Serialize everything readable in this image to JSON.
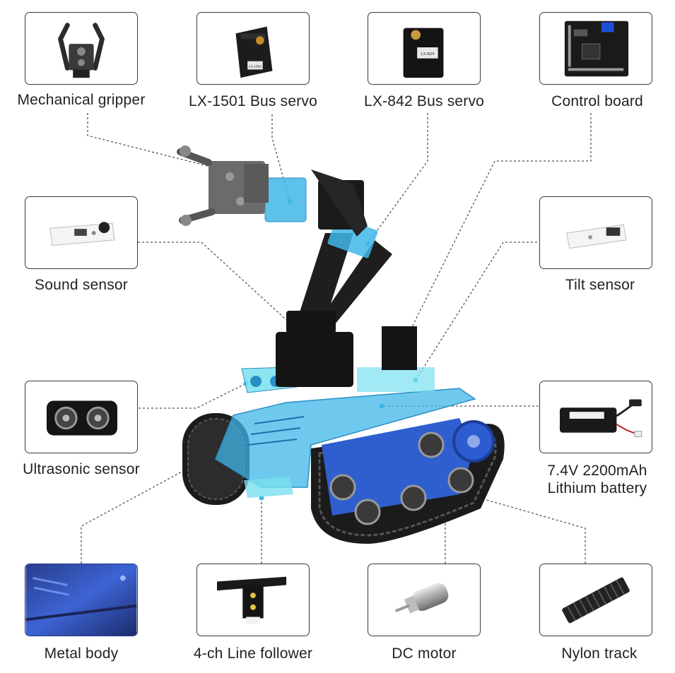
{
  "components": {
    "gripper": {
      "label": "Mechanical gripper",
      "icon": "gripper-icon"
    },
    "servo_1501": {
      "label": "LX-1501 Bus servo",
      "icon": "servo-icon",
      "badge": "LX-1501"
    },
    "servo_842": {
      "label": "LX-842 Bus servo",
      "icon": "servo-icon",
      "badge": "LX-824"
    },
    "control_board": {
      "label": "Control board",
      "icon": "circuit-board-icon"
    },
    "sound_sensor": {
      "label": "Sound sensor",
      "icon": "sound-sensor-icon"
    },
    "tilt_sensor": {
      "label": "Tilt sensor",
      "icon": "tilt-sensor-icon"
    },
    "ultrasonic": {
      "label": "Ultrasonic sensor",
      "icon": "ultrasonic-sensor-icon"
    },
    "battery": {
      "label_line1": "7.4V 2200mAh",
      "label_line2": "Lithium battery",
      "icon": "battery-icon"
    },
    "metal_body": {
      "label": "Metal body",
      "icon": "metal-body-icon"
    },
    "line_follower": {
      "label": "4-ch Line follower",
      "icon": "line-follower-icon"
    },
    "dc_motor": {
      "label": "DC motor",
      "icon": "dc-motor-icon"
    },
    "nylon_track": {
      "label": "Nylon track",
      "icon": "nylon-track-icon"
    }
  },
  "colors": {
    "highlight": "#3fb7e8",
    "highlight_light": "#79e0f0",
    "chassis_blue": "#2f6fd8",
    "frame_dark": "#1e1e1e",
    "connector_line": "#555555"
  }
}
